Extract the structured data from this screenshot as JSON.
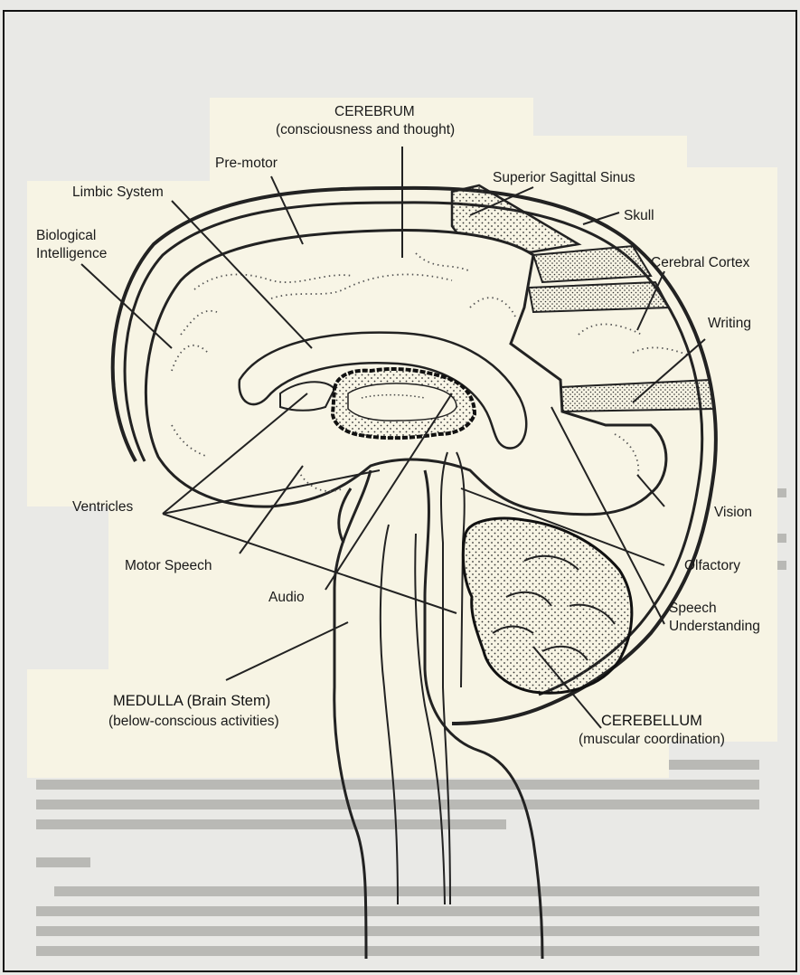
{
  "diagram": {
    "labels": {
      "cerebrum_title": "CEREBRUM",
      "cerebrum_sub": "(consciousness and thought)",
      "premotor": "Pre-motor",
      "superior_sagittal_sinus": "Superior Sagittal Sinus",
      "limbic_system": "Limbic System",
      "skull": "Skull",
      "biological_1": "Biological",
      "biological_2": "Intelligence",
      "cerebral_cortex": "Cerebral Cortex",
      "writing": "Writing",
      "ventricles": "Ventricles",
      "vision": "Vision",
      "motor_speech": "Motor Speech",
      "olfactory": "Olfactory",
      "audio": "Audio",
      "speech_1": "Speech",
      "speech_2": "Understanding",
      "medulla_title": "MEDULLA (Brain Stem)",
      "medulla_sub": "(below-conscious activities)",
      "cerebellum_title": "CEREBELLUM",
      "cerebellum_sub": "(muscular coordination)"
    }
  }
}
